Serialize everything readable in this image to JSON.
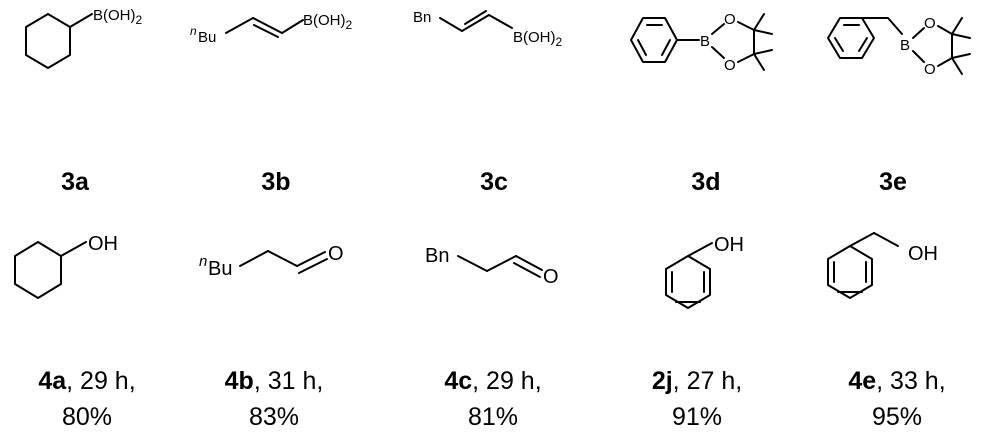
{
  "reactants": [
    {
      "id": "3a",
      "group": "B(OH)",
      "sub": "2"
    },
    {
      "id": "3b",
      "prefix": "n",
      "alkyl": "Bu",
      "group": "B(OH)",
      "sub": "2"
    },
    {
      "id": "3c",
      "alkyl": "Bn",
      "group": "B(OH)",
      "sub": "2"
    },
    {
      "id": "3d",
      "boron": "B",
      "oxygen1": "O",
      "oxygen2": "O"
    },
    {
      "id": "3e",
      "boron": "B",
      "oxygen1": "O",
      "oxygen2": "O"
    }
  ],
  "products": [
    {
      "id": "4a",
      "atom": "OH",
      "time": ", 29 h,",
      "yield": "80%"
    },
    {
      "id": "4b",
      "prefix": "n",
      "alkyl": "Bu",
      "atom": "O",
      "time": ", 31 h,",
      "yield": "83%"
    },
    {
      "id": "4c",
      "alkyl": "Bn",
      "atom": "O",
      "time": ", 29 h,",
      "yield": "81%"
    },
    {
      "id": "2j",
      "atom": "OH",
      "time": ", 27 h,",
      "yield": "91%"
    },
    {
      "id": "4e",
      "atom": "OH",
      "time": ", 33 h,",
      "yield": "95%"
    }
  ]
}
